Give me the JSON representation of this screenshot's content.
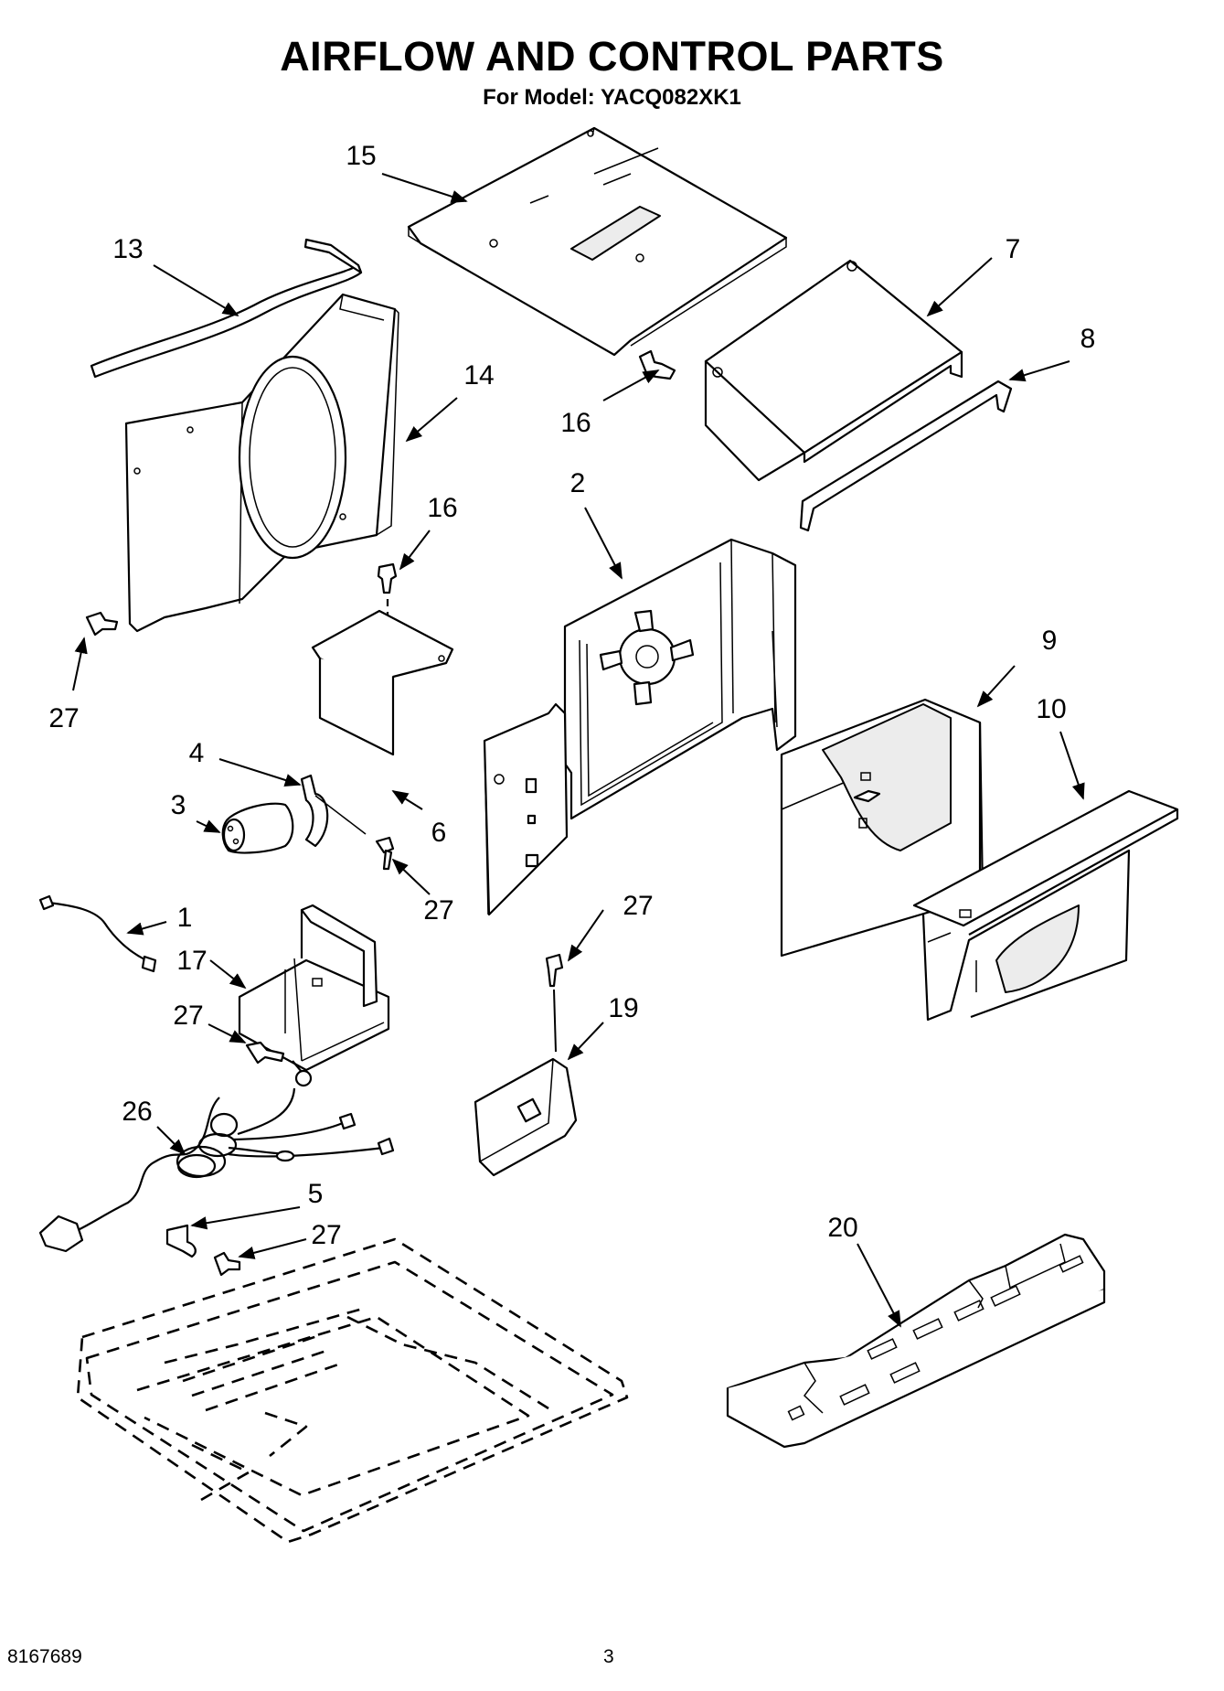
{
  "header": {
    "title": "AIRFLOW AND CONTROL PARTS",
    "subtitle": "For Model: YACQ082XK1"
  },
  "footer": {
    "doc_number": "8167689",
    "page": "3"
  },
  "callouts": {
    "c1": "1",
    "c2": "2",
    "c3": "3",
    "c4": "4",
    "c5": "5",
    "c6": "6",
    "c7": "7",
    "c8": "8",
    "c9": "9",
    "c10": "10",
    "c13": "13",
    "c14": "14",
    "c15": "15",
    "c16a": "16",
    "c16b": "16",
    "c17": "17",
    "c19": "19",
    "c20": "20",
    "c26": "26",
    "c27a": "27",
    "c27b": "27",
    "c27c": "27",
    "c27d": "27",
    "c27e": "27"
  }
}
